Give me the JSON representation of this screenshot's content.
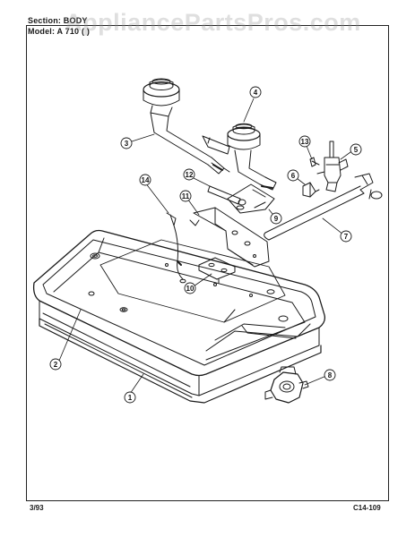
{
  "header": {
    "section_label": "Section: BODY",
    "model_label": "Model: A 710 (  )"
  },
  "footer": {
    "date": "3/93",
    "code": "C14-109"
  },
  "watermark": "AppliancePartsPros.com",
  "callouts": [
    "1",
    "2",
    "3",
    "4",
    "5",
    "6",
    "7",
    "8",
    "9",
    "10",
    "11",
    "12",
    "13",
    "14"
  ],
  "colors": {
    "line": "#1a1a1a",
    "paper": "#ffffff",
    "watermark": "#969696"
  }
}
